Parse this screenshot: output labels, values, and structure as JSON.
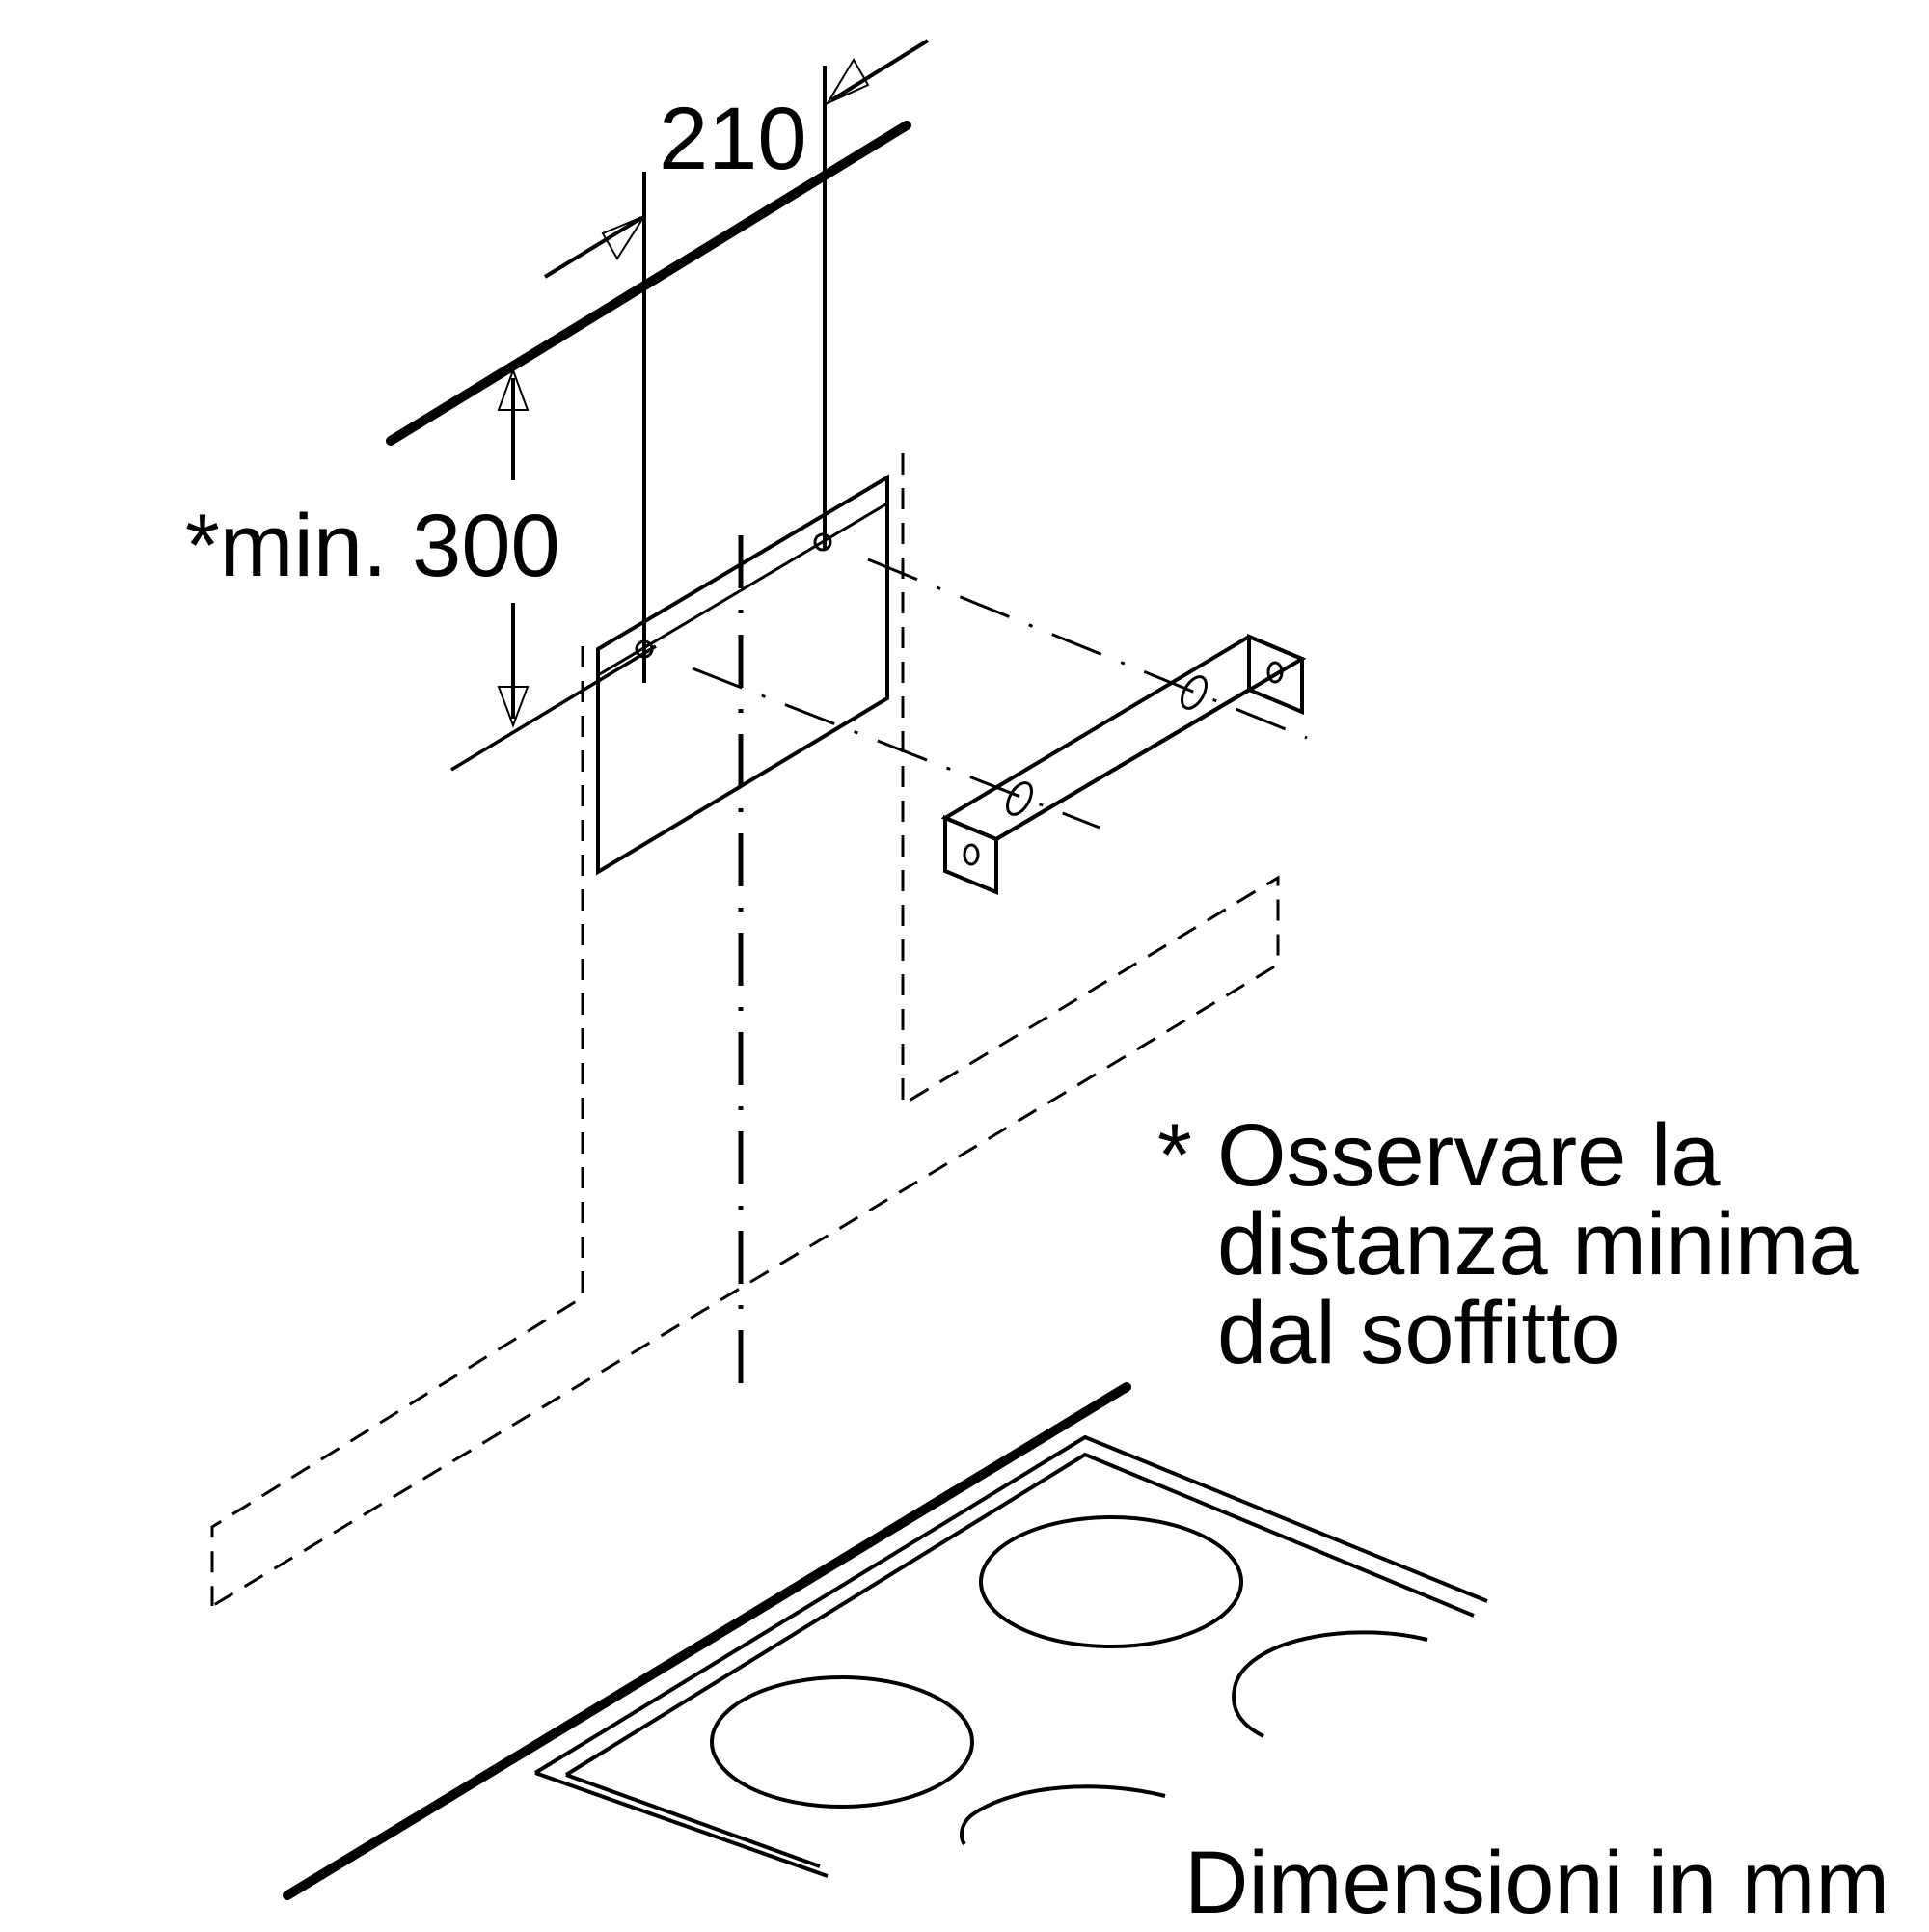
{
  "diagram": {
    "dimension_width": "210",
    "dimension_height": "*min. 300",
    "note_star": "*",
    "note_lines": [
      "Osservare la",
      "distanza minima",
      "dal soffitto"
    ],
    "units_note": "Dimensioni in mm"
  },
  "colors": {
    "line": "#000000",
    "background": "#ffffff"
  }
}
